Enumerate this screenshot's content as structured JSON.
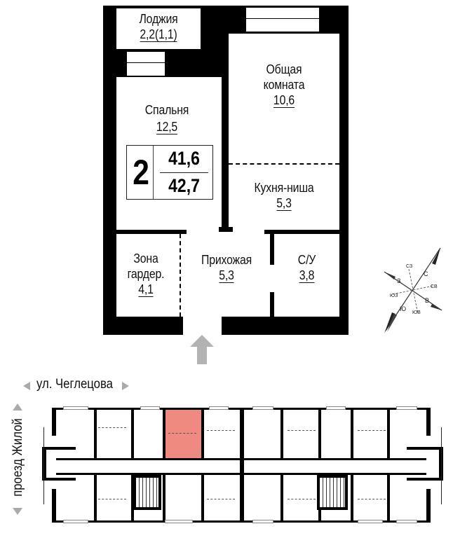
{
  "apartment": {
    "rooms_count": "2",
    "living_area": "41,6",
    "total_area": "42,7",
    "rooms": [
      {
        "name": "Лоджия",
        "area": "2,2(1,1)"
      },
      {
        "name": "Общая комната",
        "name_line1": "Общая",
        "name_line2": "комната",
        "area": "10,6"
      },
      {
        "name": "Спальня",
        "area": "12,5"
      },
      {
        "name": "Кухня-ниша",
        "area": "5,3"
      },
      {
        "name": "Зона гардер.",
        "name_line1": "Зона",
        "name_line2": "гардер.",
        "area": "4,1"
      },
      {
        "name": "Прихожая",
        "area": "5,3"
      },
      {
        "name": "С/У",
        "area": "3,8"
      }
    ],
    "entrance_icon": "arrow-up-icon"
  },
  "compass": {
    "labels": {
      "n": "С",
      "ne": "СВ",
      "e": "В",
      "se": "ЮВ",
      "s": "Ю",
      "sw": "ЮЗ",
      "w": "З",
      "nw": "СЗ"
    }
  },
  "site_plan": {
    "street_top": "ул. Чеглецова",
    "street_left": "проезд Жилой",
    "highlight_color": "#ee8a80"
  }
}
